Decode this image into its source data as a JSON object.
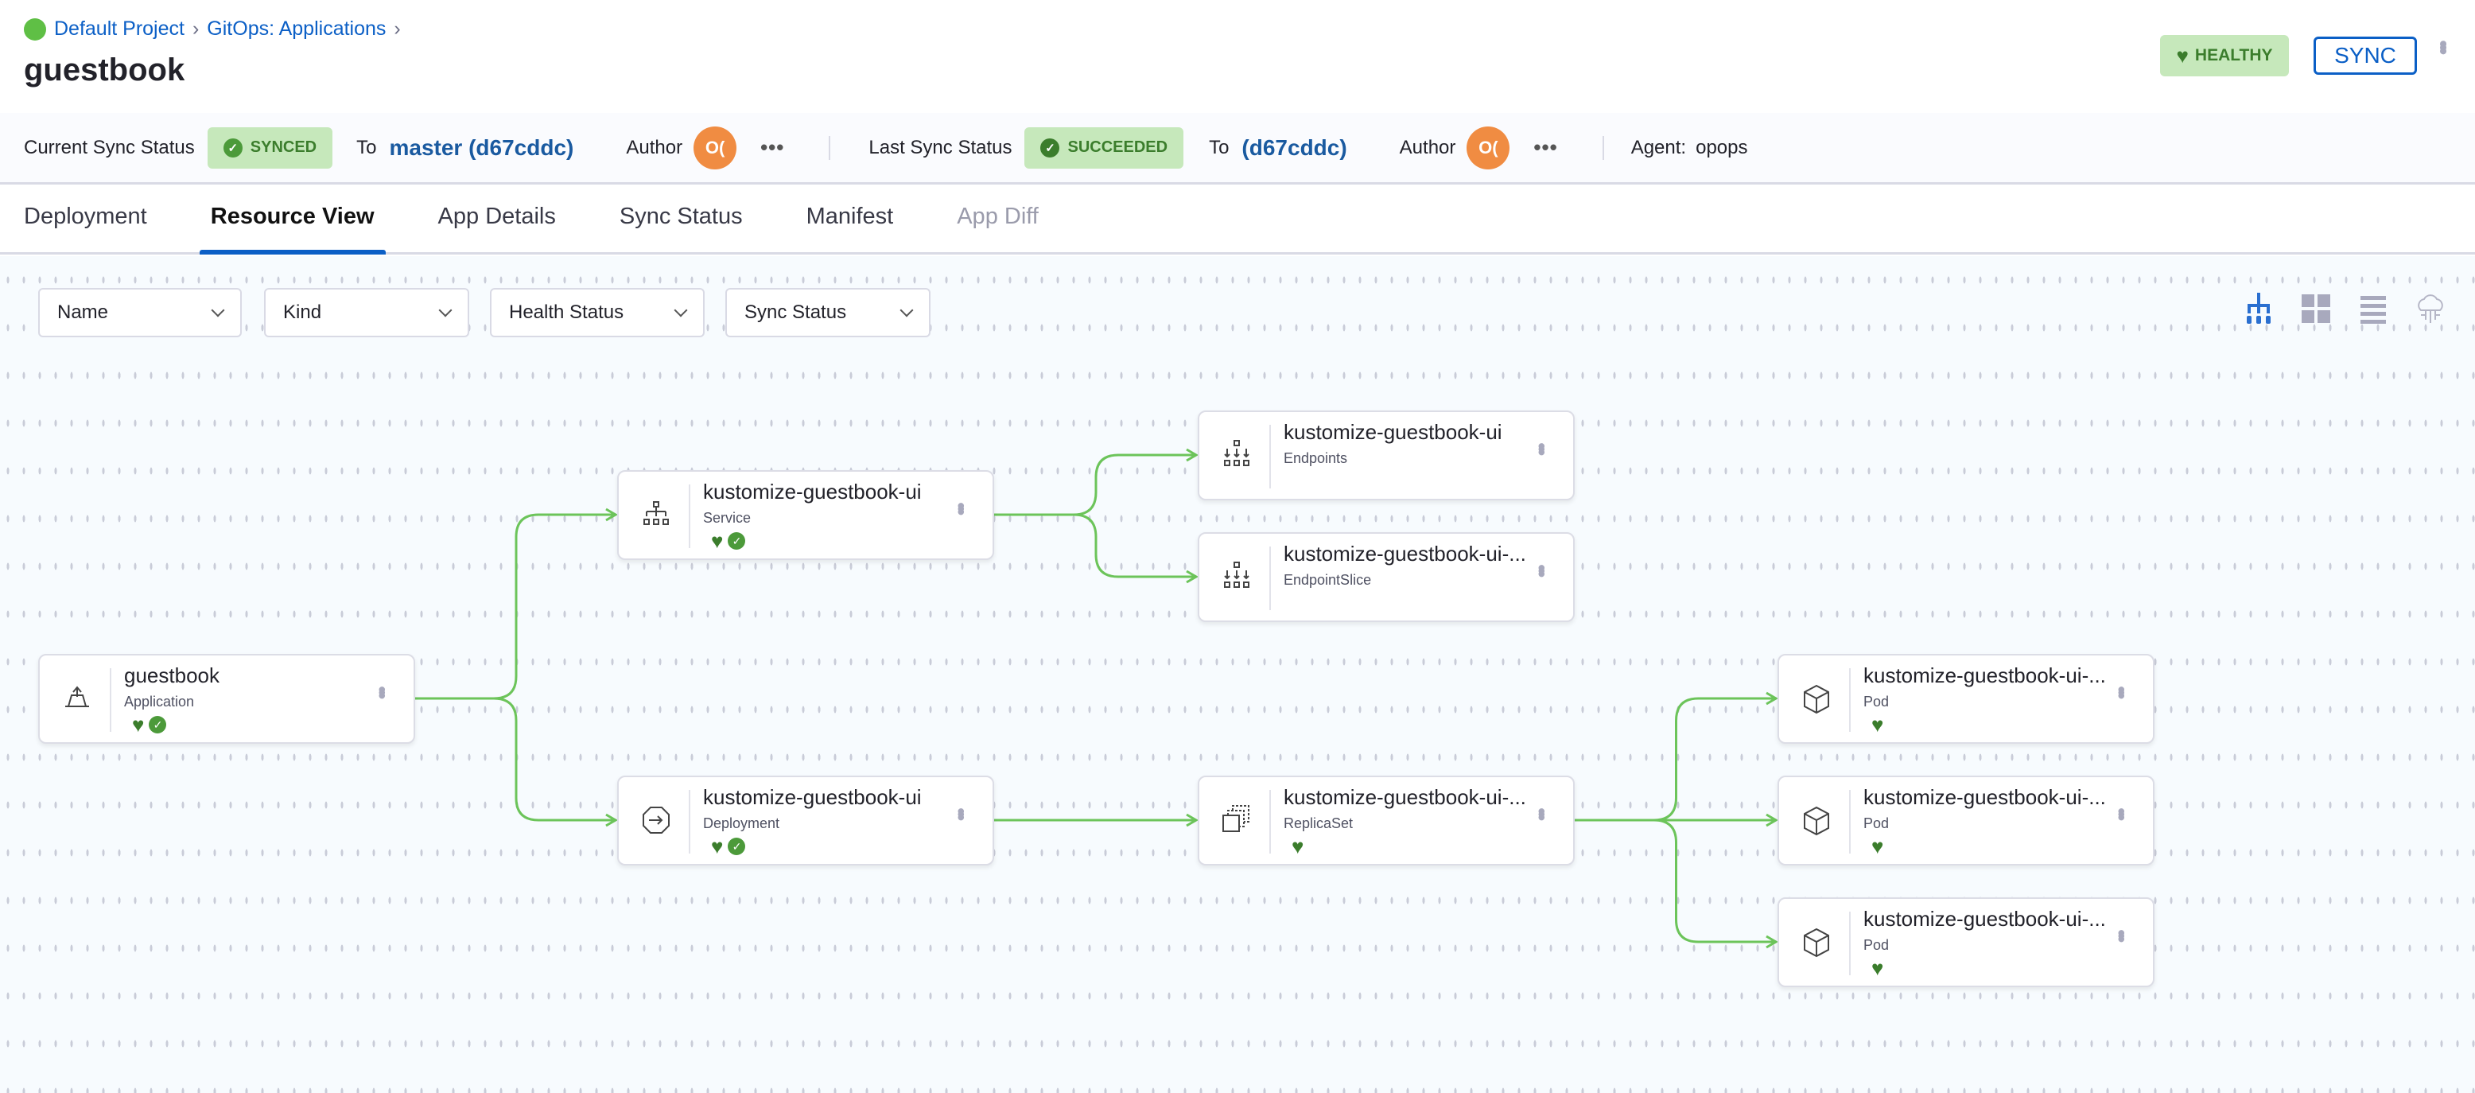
{
  "breadcrumb": {
    "items": [
      "Default Project",
      "GitOps: Applications"
    ]
  },
  "header": {
    "title": "guestbook",
    "health": "HEALTHY",
    "sync_button": "SYNC"
  },
  "sync_bar": {
    "current_label": "Current Sync Status",
    "current_status": "SYNCED",
    "to_label": "To",
    "current_target": "master (d67cddc)",
    "author_label": "Author",
    "author_initials": "O(",
    "last_label": "Last Sync Status",
    "last_status": "SUCCEEDED",
    "last_to_label": "To",
    "last_target": "(d67cddc)",
    "last_author_label": "Author",
    "last_author_initials": "O(",
    "agent_label": "Agent:",
    "agent": "opops",
    "more": "•••"
  },
  "tabs": [
    {
      "label": "Deployment"
    },
    {
      "label": "Resource View",
      "active": true
    },
    {
      "label": "App Details"
    },
    {
      "label": "Sync Status"
    },
    {
      "label": "Manifest"
    },
    {
      "label": "App Diff",
      "disabled": true
    }
  ],
  "filters": [
    "Name",
    "Kind",
    "Health Status",
    "Sync Status"
  ],
  "view_modes": [
    "tree-icon",
    "grid-icon",
    "list-icon",
    "network-icon"
  ],
  "colors": {
    "accent": "#0b5fc6",
    "healthy": "#3b7d2c",
    "edge": "#6cc45a",
    "author": "#f08c42"
  },
  "nodes": [
    {
      "name": "guestbook",
      "kind": "Application",
      "icon": "application-icon",
      "healthy": true,
      "synced": true
    },
    {
      "name": "kustomize-guestbook-ui",
      "kind": "Service",
      "icon": "service-icon",
      "healthy": true,
      "synced": true
    },
    {
      "name": "kustomize-guestbook-ui",
      "kind": "Endpoints",
      "icon": "endpoints-icon"
    },
    {
      "name": "kustomize-guestbook-ui-...",
      "kind": "EndpointSlice",
      "icon": "endpointslice-icon"
    },
    {
      "name": "kustomize-guestbook-ui",
      "kind": "Deployment",
      "icon": "deployment-icon",
      "healthy": true,
      "synced": true
    },
    {
      "name": "kustomize-guestbook-ui-...",
      "kind": "ReplicaSet",
      "icon": "replicaset-icon",
      "healthy": true
    },
    {
      "name": "kustomize-guestbook-ui-...",
      "kind": "Pod",
      "icon": "pod-icon",
      "healthy": true
    },
    {
      "name": "kustomize-guestbook-ui-...",
      "kind": "Pod",
      "icon": "pod-icon",
      "healthy": true
    },
    {
      "name": "kustomize-guestbook-ui-...",
      "kind": "Pod",
      "icon": "pod-icon",
      "healthy": true
    }
  ]
}
